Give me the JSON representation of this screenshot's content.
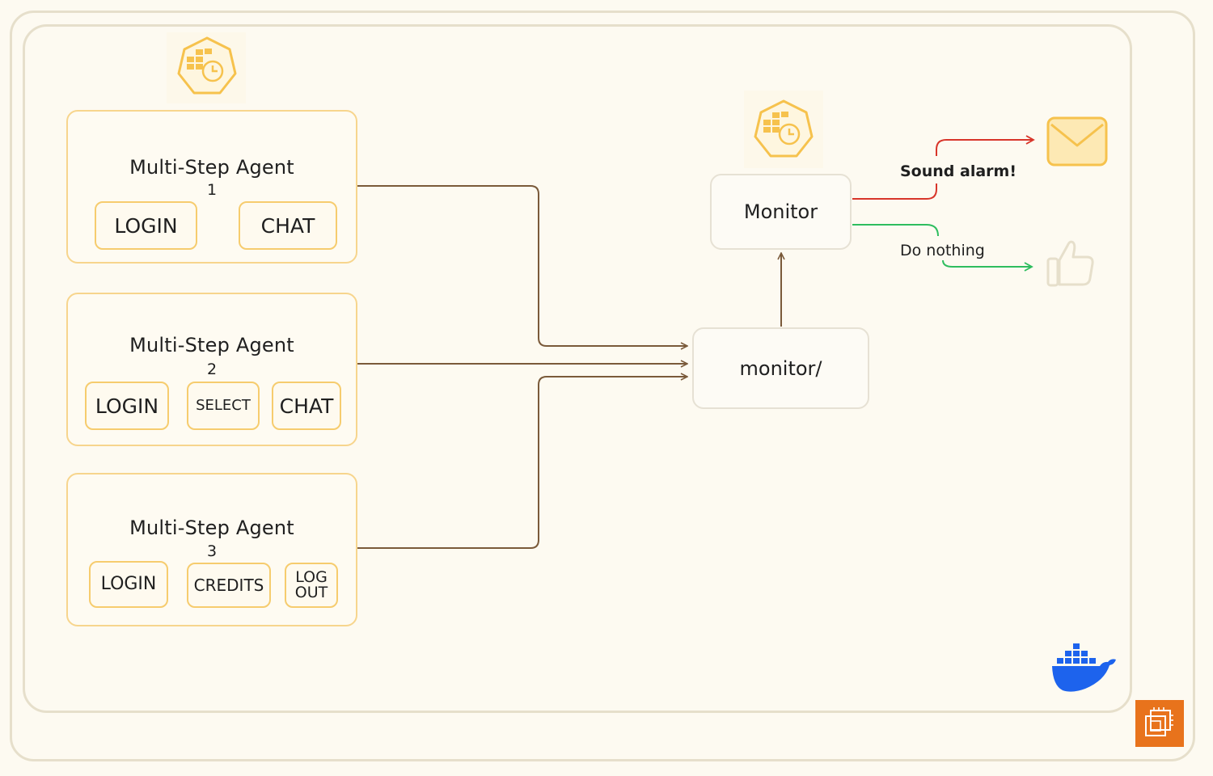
{
  "agents": [
    {
      "title": "Multi-Step Agent",
      "number": "1",
      "steps": [
        "LOGIN",
        "CHAT"
      ]
    },
    {
      "title": "Multi-Step Agent",
      "number": "2",
      "steps": [
        "LOGIN",
        "SELECT",
        "CHAT"
      ]
    },
    {
      "title": "Multi-Step Agent",
      "number": "3",
      "steps": [
        "LOGIN",
        "CREDITS",
        "LOG\nOUT"
      ]
    }
  ],
  "nodes": {
    "endpoint_label": "monitor/",
    "monitor_label": "Monitor"
  },
  "edges": {
    "alarm_label": "Sound alarm!",
    "nothing_label": "Do nothing"
  },
  "icons": {
    "scheduler": "cronjob-icon",
    "email": "envelope-icon",
    "ok": "thumbs-up-icon",
    "container": "docker-whale-icon",
    "compute": "ec2-instance-icon"
  },
  "colors": {
    "accent": "#f6c24d",
    "connector": "#7a5a3a",
    "alarm": "#d8352a",
    "ok": "#2ebd5f",
    "docker": "#1d63ed",
    "compute": "#e8731c"
  }
}
